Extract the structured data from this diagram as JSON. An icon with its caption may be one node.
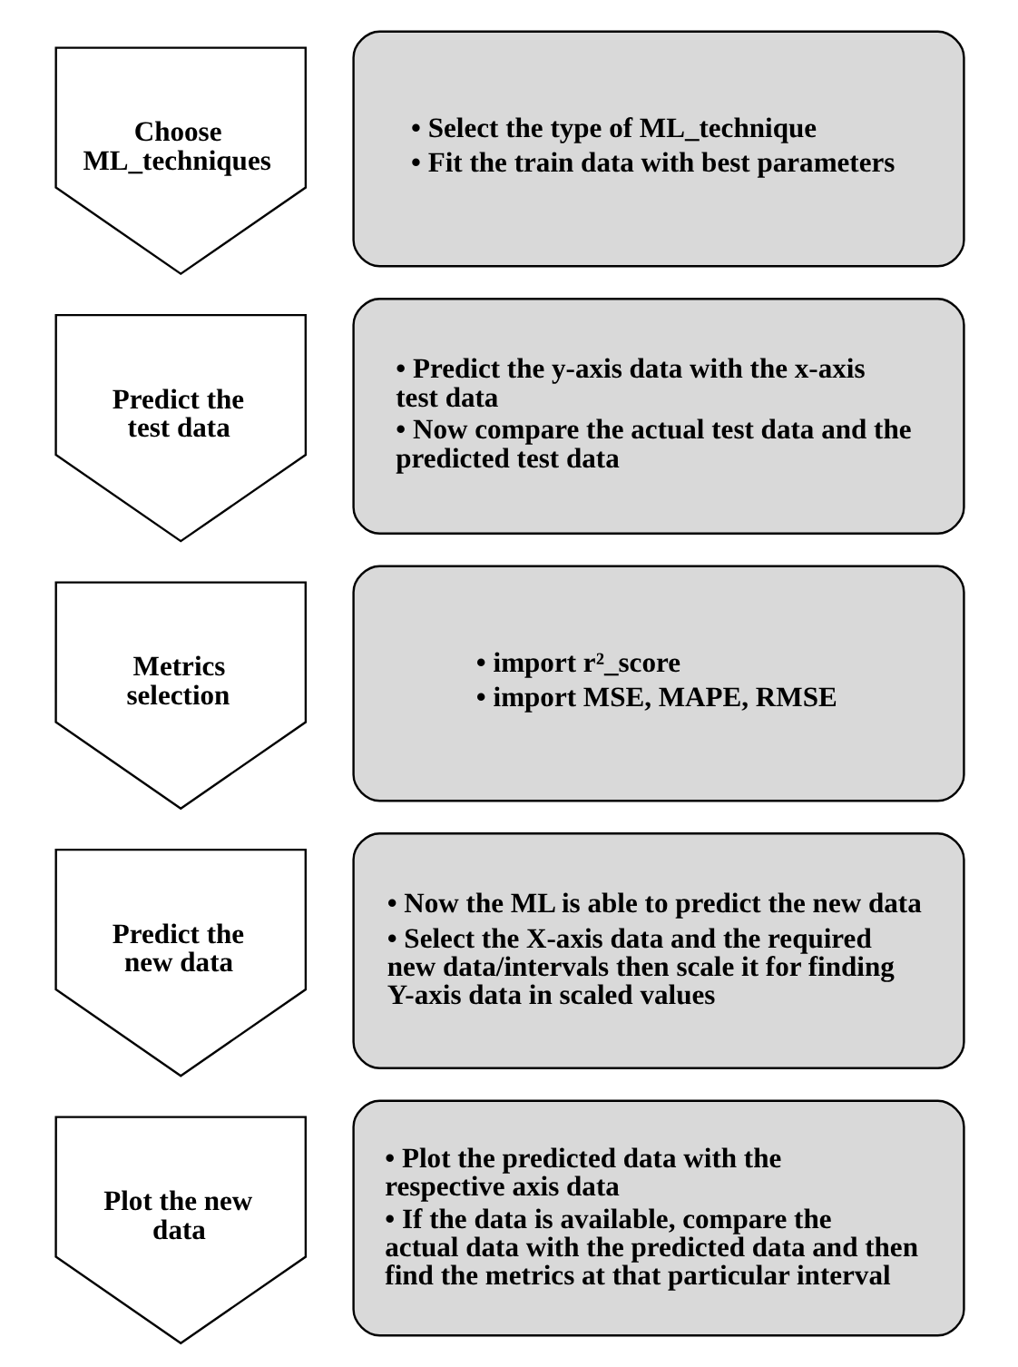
{
  "diagram": {
    "nodes": [
      {
        "text": [
          "Choose ML_techniques"
        ]
      },
      {
        "text": [
          "• Select the type of ML_technique",
          "• Fit the train data with best parameters"
        ]
      },
      {
        "text": [
          "Predict the test data"
        ]
      },
      {
        "text": [
          "• Predict the y-axis data with the x-axis test data",
          "• Now compare the actual test data and the predicted test data"
        ]
      },
      {
        "text": [
          "Metrics selection"
        ]
      },
      {
        "text": [
          "• import r²_score",
          "• import MSE, MAPE, RMSE"
        ]
      },
      {
        "text": [
          "Predict the new data"
        ]
      },
      {
        "text": [
          "• Now the ML is able to predict the new data",
          "• Select the X-axis data and the required new data/intervals then scale it for finding Y-axis data in scaled values"
        ]
      },
      {
        "text": [
          "Plot the new data"
        ]
      },
      {
        "text": [
          "• Plot the predicted data with the respective axis data",
          "• If the data is available, compare the actual data with the predicted data and then find the metrics at that particular interval"
        ]
      }
    ]
  }
}
